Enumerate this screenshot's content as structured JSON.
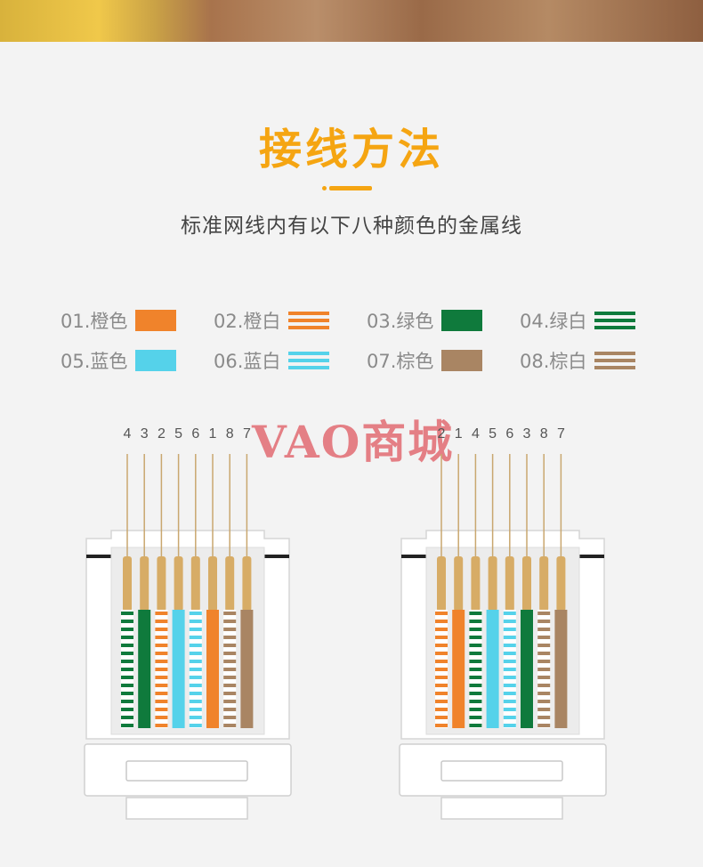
{
  "header": {
    "title": "接线方法",
    "subtitle": "标准网线内有以下八种颜色的金属线"
  },
  "legend": [
    {
      "label": "01.橙色",
      "color": "#f0832b",
      "striped": false
    },
    {
      "label": "02.橙白",
      "color": "#f0832b",
      "striped": true
    },
    {
      "label": "03.绿色",
      "color": "#0f7a3c",
      "striped": false
    },
    {
      "label": "04.绿白",
      "color": "#0f7a3c",
      "striped": true
    },
    {
      "label": "05.蓝色",
      "color": "#55d2ea",
      "striped": false
    },
    {
      "label": "06.蓝白",
      "color": "#55d2ea",
      "striped": true
    },
    {
      "label": "07.棕色",
      "color": "#a98563",
      "striped": false
    },
    {
      "label": "08.棕白",
      "color": "#a98563",
      "striped": true
    }
  ],
  "watermark": "VAO商城",
  "connectors": [
    {
      "pin_labels": [
        "4",
        "3",
        "2",
        "5",
        "6",
        "1",
        "8",
        "7"
      ],
      "wires": [
        "04.绿白",
        "03.绿色",
        "02.橙白",
        "05.蓝色",
        "06.蓝白",
        "01.橙色",
        "08.棕白",
        "07.棕色"
      ]
    },
    {
      "pin_labels": [
        "2",
        "1",
        "4",
        "5",
        "6",
        "3",
        "8",
        "7"
      ],
      "wires": [
        "02.橙白",
        "01.橙色",
        "04.绿白",
        "05.蓝色",
        "06.蓝白",
        "03.绿色",
        "08.棕白",
        "07.棕色"
      ]
    }
  ]
}
